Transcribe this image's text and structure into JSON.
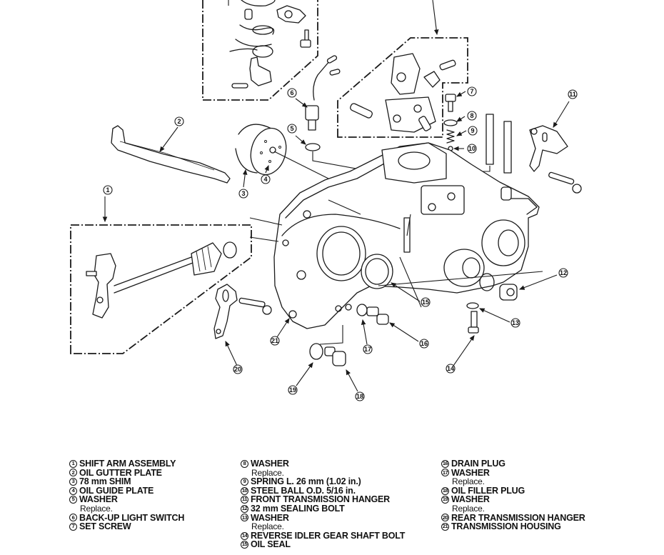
{
  "figure": {
    "type": "exploded-parts-diagram",
    "subject": "transmission housing"
  },
  "callouts": [
    "1",
    "2",
    "3",
    "4",
    "5",
    "6",
    "7",
    "8",
    "9",
    "10",
    "11",
    "12",
    "13",
    "14",
    "15",
    "16",
    "17",
    "18",
    "19",
    "20",
    "21"
  ],
  "legend": {
    "columns": [
      [
        {
          "num": "1",
          "label": "SHIFT ARM ASSEMBLY"
        },
        {
          "num": "2",
          "label": "OIL GUTTER PLATE"
        },
        {
          "num": "3",
          "label": "78 mm SHIM"
        },
        {
          "num": "4",
          "label": "OIL GUIDE PLATE"
        },
        {
          "num": "5",
          "label": "WASHER",
          "note": "Replace."
        },
        {
          "num": "6",
          "label": "BACK-UP LIGHT SWITCH"
        },
        {
          "num": "7",
          "label": "SET SCREW"
        }
      ],
      [
        {
          "num": "8",
          "label": "WASHER",
          "note": "Replace."
        },
        {
          "num": "9",
          "label": "SPRING L. 26 mm (1.02 in.)"
        },
        {
          "num": "10",
          "label": "STEEL BALL O.D. 5/16 in."
        },
        {
          "num": "11",
          "label": "FRONT TRANSMISSION HANGER"
        },
        {
          "num": "12",
          "label": "32 mm SEALING BOLT"
        },
        {
          "num": "13",
          "label": "WASHER",
          "note": "Replace."
        },
        {
          "num": "14",
          "label": "REVERSE IDLER GEAR SHAFT BOLT"
        },
        {
          "num": "15",
          "label": "OIL SEAL"
        }
      ],
      [
        {
          "num": "16",
          "label": "DRAIN PLUG"
        },
        {
          "num": "17",
          "label": "WASHER",
          "note": "Replace."
        },
        {
          "num": "18",
          "label": "OIL FILLER PLUG"
        },
        {
          "num": "19",
          "label": "WASHER",
          "note": "Replace."
        },
        {
          "num": "20",
          "label": "REAR TRANSMISSION HANGER"
        },
        {
          "num": "21",
          "label": "TRANSMISSION HOUSING"
        }
      ]
    ]
  }
}
